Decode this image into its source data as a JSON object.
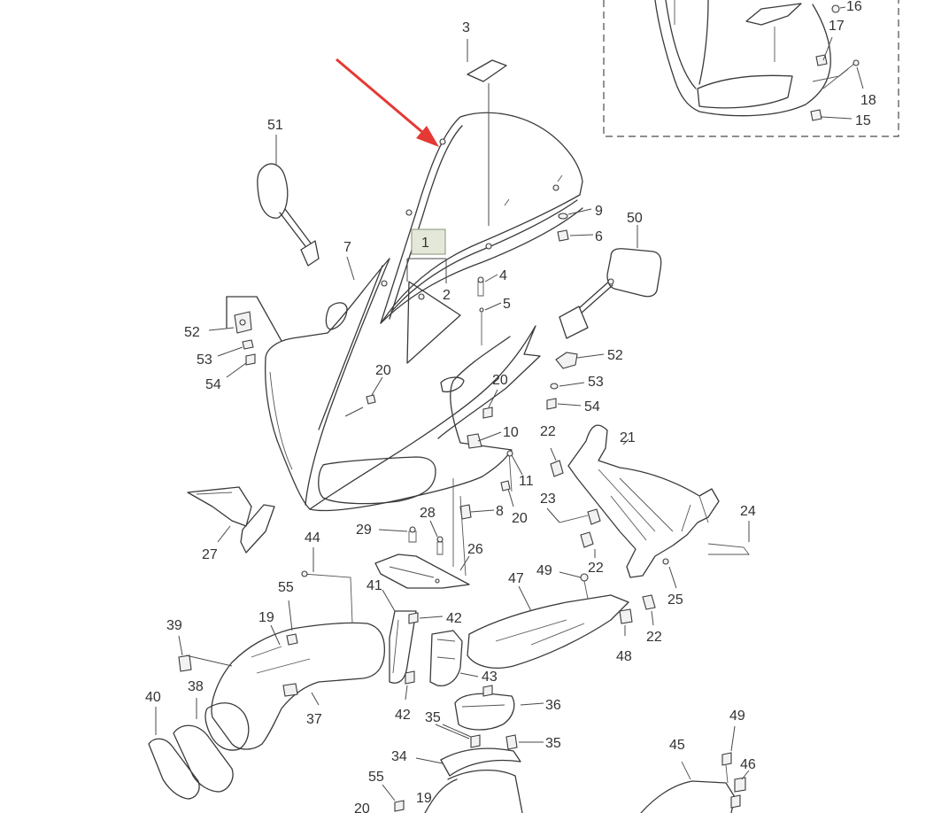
{
  "labels": {
    "p1": "1",
    "p2": "2",
    "p3": "3",
    "p4": "4",
    "p5": "5",
    "p6": "6",
    "p7": "7",
    "p8": "8",
    "p9": "9",
    "p10": "10",
    "p11": "11",
    "p15": "15",
    "p16": "16",
    "p17": "17",
    "p18": "18",
    "p19a": "19",
    "p19b": "19",
    "p20a": "20",
    "p20b": "20",
    "p20c": "20",
    "p21": "21",
    "p22a": "22",
    "p22b": "22",
    "p22c": "22",
    "p23": "23",
    "p24": "24",
    "p25": "25",
    "p26": "26",
    "p27": "27",
    "p28": "28",
    "p29": "29",
    "p34": "34",
    "p35a": "35",
    "p35b": "35",
    "p36": "36",
    "p37": "37",
    "p38": "38",
    "p39": "39",
    "p40": "40",
    "p41": "41",
    "p42a": "42",
    "p42b": "42",
    "p43": "43",
    "p44": "44",
    "p45": "45",
    "p46": "46",
    "p47": "47",
    "p48": "48",
    "p49a": "49",
    "p49b": "49",
    "p50": "50",
    "p51": "51",
    "p52a": "52",
    "p52b": "52",
    "p53a": "53",
    "p53b": "53",
    "p54a": "54",
    "p54b": "54",
    "p55a": "55",
    "p55b": "55",
    "p20d": "20"
  },
  "colors": {
    "line": "#3a3a3a",
    "highlight_box": "#e3e8d9",
    "highlight_border": "#9aa38b",
    "arrow": "#e53935"
  },
  "icons": [
    "red-arrow-icon"
  ]
}
